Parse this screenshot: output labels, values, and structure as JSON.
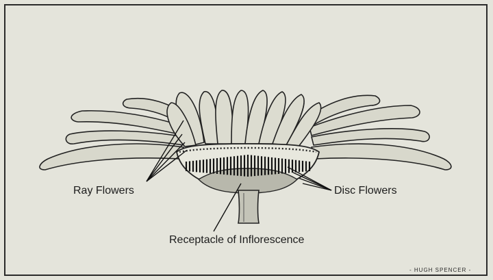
{
  "labels": {
    "ray_flowers": "Ray Flowers",
    "disc_flowers": "Disc Flowers",
    "receptacle": "Receptacle of Inflorescence"
  },
  "credit": "- HUGH SPENCER -",
  "colors": {
    "paper": "#e4e4db",
    "ink": "#1c1c1c",
    "petal_fill": "#d8d8cc"
  }
}
